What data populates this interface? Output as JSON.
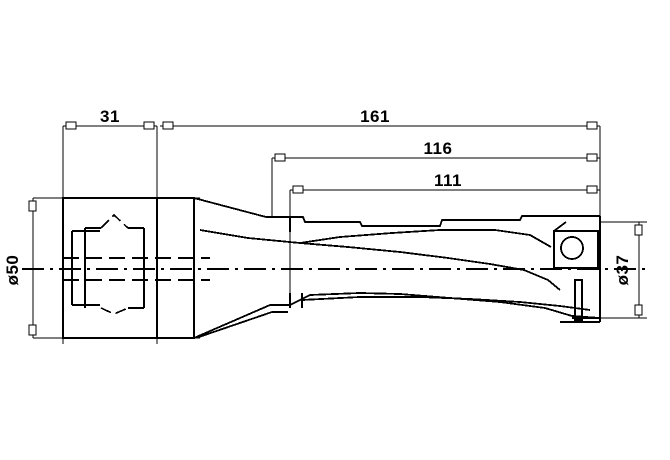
{
  "drawing": {
    "title": "Indexable Insert Drill - Dimensioned Side View",
    "background_color": "#ffffff",
    "line_color": "#000000",
    "units": "mm",
    "dimensions": {
      "shank_length": "31",
      "overall_length": "161",
      "dim_116": "116",
      "dim_111": "111",
      "shank_diameter": "ø50",
      "drill_diameter": "ø37"
    },
    "dimension_list": [
      {
        "label": "31",
        "orientation": "horizontal",
        "position": "top-left"
      },
      {
        "label": "161",
        "orientation": "horizontal",
        "position": "top"
      },
      {
        "label": "116",
        "orientation": "horizontal",
        "position": "top-right"
      },
      {
        "label": "111",
        "orientation": "horizontal",
        "position": "top-right"
      },
      {
        "label": "ø50",
        "orientation": "vertical-rotated",
        "position": "left"
      },
      {
        "label": "ø37",
        "orientation": "vertical-rotated",
        "position": "right"
      }
    ],
    "features": [
      "cylindrical-shank",
      "internal-coolant-bore",
      "drive-flat-notch",
      "tapered-neck",
      "helical-flute-body",
      "insert-pocket",
      "clamp-screw",
      "center-axis-line"
    ]
  }
}
